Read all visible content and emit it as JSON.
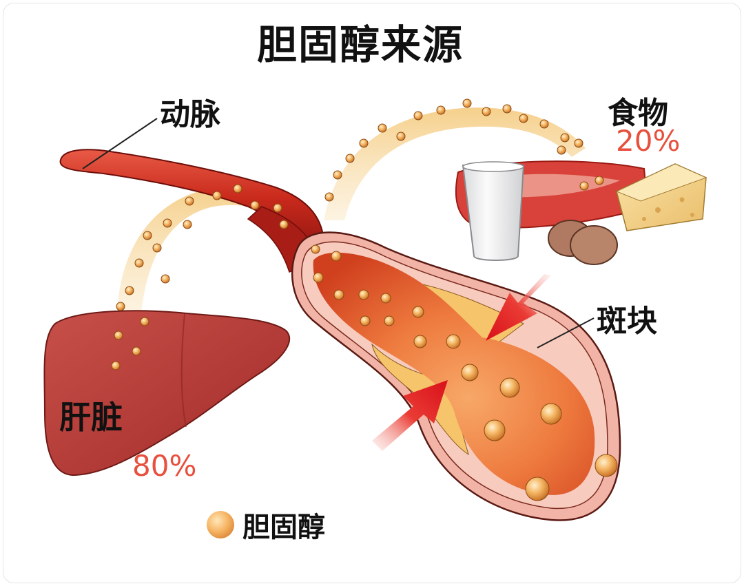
{
  "title": "胆固醇来源",
  "labels": {
    "artery": "动脉",
    "food": "食物",
    "plaque": "斑块",
    "liver": "肝脏"
  },
  "percentages": {
    "food": "20%",
    "liver": "80%"
  },
  "legend": {
    "symbol": "cholesterol-particle",
    "label": "胆固醇"
  },
  "colors": {
    "percent_text": "#e8503e",
    "artery_red": "#c4281c",
    "liver_red": "#b8403a",
    "plaque_yellow": "#f6c46a",
    "particle_orange": "#f0a850",
    "arrow_red": "#e0141c"
  },
  "diagram": {
    "nodes": [
      {
        "id": "liver",
        "label": "肝脏",
        "share": "80%"
      },
      {
        "id": "food",
        "label": "食物",
        "share": "20%",
        "items": [
          "milk",
          "meat",
          "eggs",
          "cheese"
        ]
      },
      {
        "id": "artery",
        "label": "动脉"
      },
      {
        "id": "plaque",
        "label": "斑块"
      }
    ],
    "edges": [
      {
        "from": "liver",
        "to": "artery",
        "carries": "胆固醇"
      },
      {
        "from": "food",
        "to": "artery",
        "carries": "胆固醇"
      }
    ]
  }
}
